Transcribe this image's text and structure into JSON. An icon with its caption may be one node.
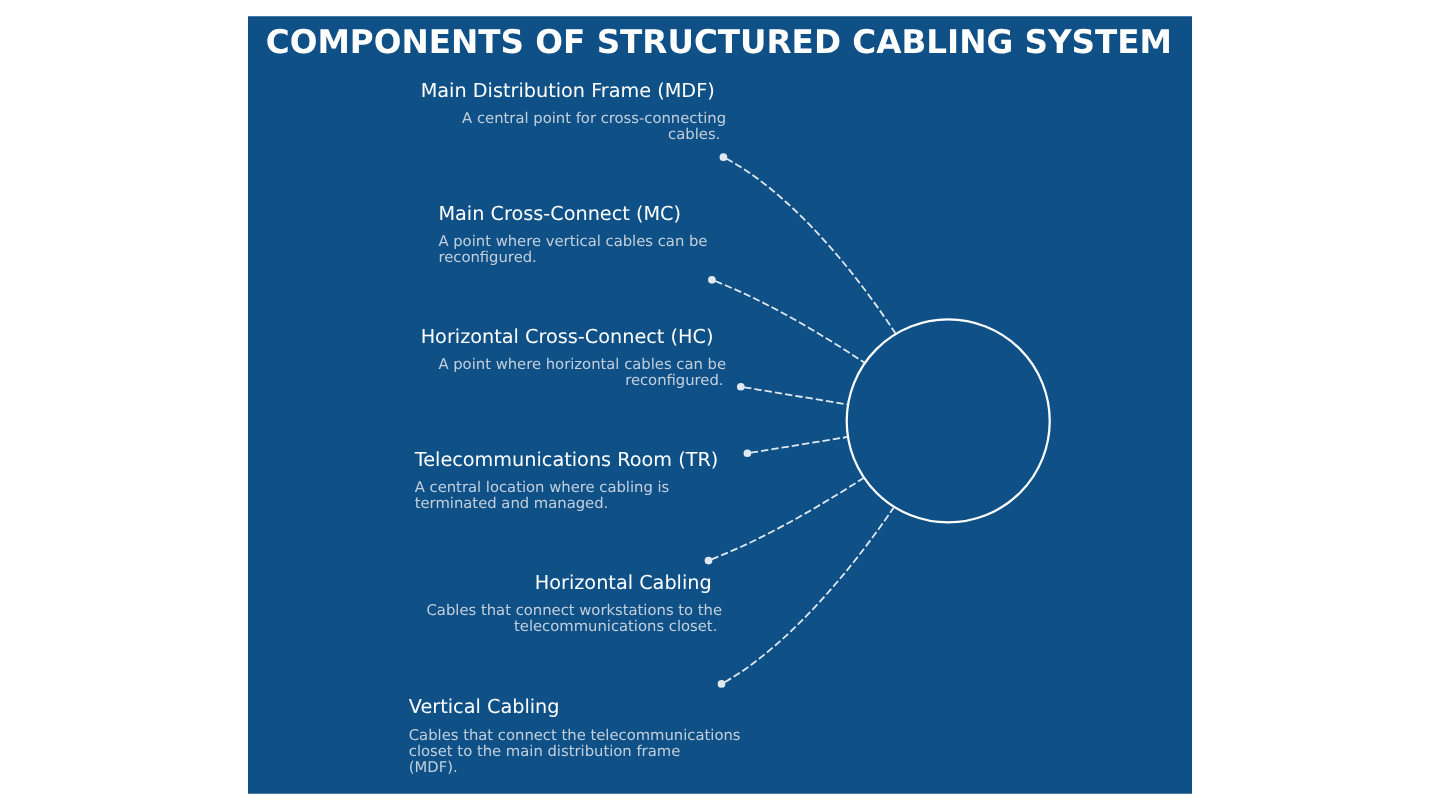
{
  "diagram": {
    "title": "COMPONENTS OF STRUCTURED CABLING SYSTEM",
    "nodes": [
      {
        "text": [
          "Main Distribution Frame (MDF)",
          "A central point for cross-connecting cables."
        ]
      },
      {
        "text": [
          "Main Cross-Connect (MC)",
          "A point where vertical cables can be reconfigured."
        ]
      },
      {
        "text": [
          "Horizontal Cross-Connect (HC)",
          "A point where horizontal cables can be reconfigured."
        ]
      },
      {
        "text": [
          "Telecommunications Room (TR)",
          "A central location where cabling is terminated and managed."
        ]
      },
      {
        "text": [
          "Horizontal Cabling",
          "Cables that connect workstations to the telecommunications closet."
        ]
      },
      {
        "text": [
          "Vertical Cabling",
          "Cables that connect the telecommunications closet to the main distribution frame (MDF)."
        ]
      },
      {
        "text": [],
        "shape": "circle"
      }
    ],
    "edges": [
      {
        "from": 0,
        "to": 6,
        "arrow": "other",
        "style": "dashed"
      },
      {
        "from": 1,
        "to": 6,
        "arrow": "other",
        "style": "dashed"
      },
      {
        "from": 2,
        "to": 6,
        "arrow": "other",
        "style": "dashed"
      },
      {
        "from": 3,
        "to": 6,
        "arrow": "other",
        "style": "dashed"
      },
      {
        "from": 4,
        "to": 6,
        "arrow": "other",
        "style": "dashed"
      },
      {
        "from": 5,
        "to": 6,
        "arrow": "other",
        "style": "dashed"
      }
    ]
  }
}
